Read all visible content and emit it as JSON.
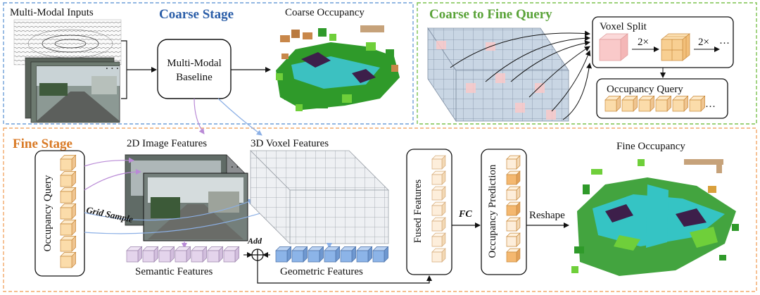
{
  "colors": {
    "coarse_border": "#6f9fd8",
    "coarse_title": "#2b5ea8",
    "c2f_border": "#7cc24f",
    "c2f_title": "#5aa339",
    "fine_border": "#f2a86a",
    "fine_title": "#d97a26",
    "query_cube": "#fbdcaa",
    "query_cube_dark": "#f4b870",
    "semantic_cube": "#e4d4ec",
    "geometric_cube": "#8cb4e8",
    "pink_cube": "#f9c9c9",
    "arrow_purple": "#b98ad6",
    "arrow_blue": "#8cb0e6"
  },
  "coarse_stage": {
    "title": "Coarse Stage",
    "inputs_label": "Multi-Modal Inputs",
    "baseline_label_1": "Multi-Modal",
    "baseline_label_2": "Baseline",
    "output_label": "Coarse Occupancy"
  },
  "coarse_to_fine": {
    "title": "Coarse to Fine Query",
    "voxel_split_label": "Voxel Split",
    "split_factor_1": "2×",
    "split_factor_2": "2×",
    "split_ellipsis": "···",
    "occupancy_query_label": "Occupancy Query",
    "query_ellipsis": "···"
  },
  "fine_stage": {
    "title": "Fine Stage",
    "occupancy_query_label": "Occupancy Query",
    "image_features_label": "2D Image Features",
    "voxel_features_label": "3D Voxel Features",
    "grid_sample_label": "Grid Sample",
    "semantic_features_label": "Semantic Features",
    "geometric_features_label": "Geometric Features",
    "add_label": "Add",
    "fused_features_label": "Fused Features",
    "fc_label": "FC",
    "occupancy_prediction_label": "Occupancy Prediction",
    "reshape_label": "Reshape",
    "fine_occupancy_label": "Fine Occupancy"
  }
}
